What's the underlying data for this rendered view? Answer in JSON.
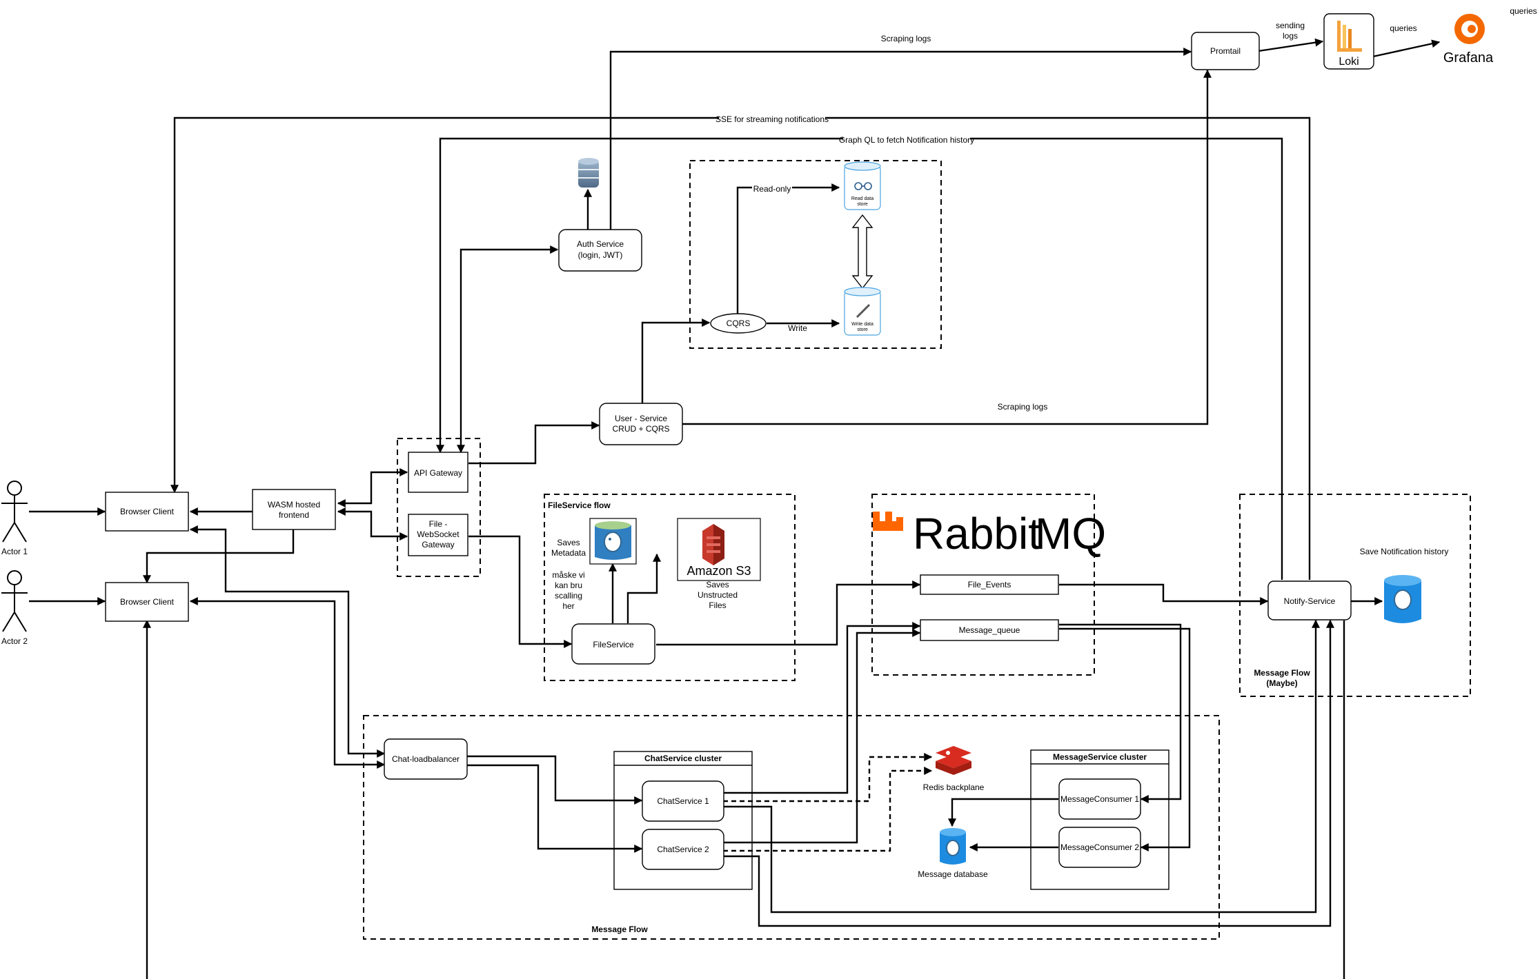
{
  "actors": {
    "actor1": "Actor 1",
    "actor2": "Actor 2"
  },
  "nodes": {
    "browser_client_1": "Browser Client",
    "browser_client_2": "Browser Client",
    "wasm_frontend_line1": "WASM hosted",
    "wasm_frontend_line2": "frontend",
    "api_gateway": "API Gateway",
    "file_ws_gateway_line1": "File -",
    "file_ws_gateway_line2": "WebSocket",
    "file_ws_gateway_line3": "Gateway",
    "auth_service_line1": "Auth Service",
    "auth_service_line2": "(login, JWT)",
    "user_service_line1": "User - Service",
    "user_service_line2": "CRUD + CQRS",
    "cqrs": "CQRS",
    "read_store_line1": "Read data",
    "read_store_line2": "store",
    "write_store_line1": "Write data",
    "write_store_line2": "store",
    "promtail": "Promtail",
    "loki": "Loki",
    "grafana": "Grafana",
    "file_service": "FileService",
    "amazon_s3": "Amazon S3",
    "file_events": "File_Events",
    "message_queue": "Message_queue",
    "notify_service": "Notify-Service",
    "chat_loadbalancer": "Chat-loadbalancer",
    "chat_service_1": "ChatService 1",
    "chat_service_2": "ChatService 2",
    "redis_backplane": "Redis backplane",
    "message_consumer_1": "MessageConsumer 1",
    "message_consumer_2": "MessageConsumer 2",
    "message_database": "Message database",
    "rabbitmq_logo_a": "Rabbit",
    "rabbitmq_logo_b": "MQ"
  },
  "groups": {
    "fileservice_flow": "FileService flow",
    "chatservice_cluster": "ChatService cluster",
    "messageservice_cluster": "MessageService cluster",
    "message_flow": "Message Flow",
    "message_flow_maybe_line1": "Message Flow",
    "message_flow_maybe_line2": "(Maybe)"
  },
  "edge_labels": {
    "scraping_logs_top": "Scraping logs",
    "scraping_logs_mid": "Scraping logs",
    "sending_logs_line1": "sending",
    "sending_logs_line2": "logs",
    "queries_1": "queries",
    "queries_2": "queries",
    "sse": "SSE for streaming notifications",
    "graphql": "Graph QL to fetch Notification history",
    "read_only": "Read-only",
    "write": "Write",
    "saves_metadata_line1": "Saves",
    "saves_metadata_line2": "Metadata",
    "maske_line1": "måske vi",
    "maske_line2": "kan bru",
    "maske_line3": "scalling",
    "maske_line4": "her",
    "saves_unstructed_line1": "Saves",
    "saves_unstructed_line2": "Unstructed",
    "saves_unstructed_line3": "Files",
    "save_notification_history": "Save Notification history"
  },
  "colors": {
    "rabbitmq_orange": "#ff6600",
    "rabbitmq_grey": "#999999",
    "postgres_blue": "#336791",
    "azure_blue": "#0078d4",
    "redis_red": "#d82c20",
    "s3_red": "#c7392b",
    "loki_orange": "#f4a23d",
    "grafana_orange": "#f46800"
  },
  "icons": [
    "database-server-icon",
    "read-data-store-icon",
    "write-data-store-icon",
    "postgres-db-icon",
    "amazon-s3-icon",
    "redis-icon",
    "loki-icon",
    "grafana-icon",
    "rabbitmq-logo"
  ]
}
